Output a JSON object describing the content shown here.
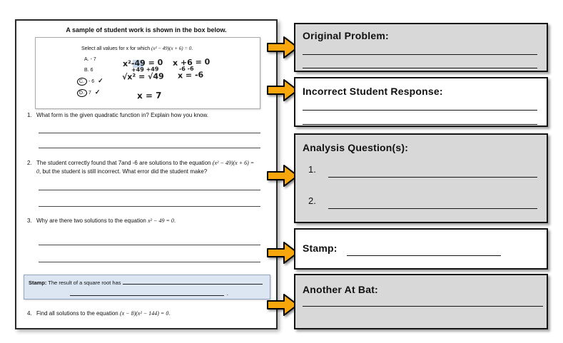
{
  "worksheet": {
    "header": "A sample of student work is shown in the box below.",
    "problem": {
      "prompt_pre": "Select all values for x for which ",
      "prompt_math": "(x² − 49)(x + 6) = 0",
      "prompt_post": ".",
      "choices": [
        {
          "label": "A.",
          "value": "- 7"
        },
        {
          "label": "B.",
          "value": "6"
        },
        {
          "label": "C.",
          "value": "- 6",
          "check": "✓"
        },
        {
          "label": "D.",
          "value": "7",
          "check": "✓"
        }
      ],
      "work": {
        "eq1": "x²-49 = 0",
        "eq1_ops": "+49   +49",
        "eq2": "√x² = √49",
        "eq3": "x = 7",
        "eq4": "x +6 = 0",
        "eq4_ops": "-6  -6",
        "eq5": "x = -6"
      }
    },
    "questions": [
      {
        "num": "1.",
        "pre": "What form is the given quadratic function in? Explain how you know.",
        "math": "",
        "post": ""
      },
      {
        "num": "2.",
        "pre": "The student correctly found that 7and -6 are solutions to the equation ",
        "math": "(x² − 49)(x + 6) = 0",
        "post": ", but the student is still incorrect. What error did the student make?"
      },
      {
        "num": "3.",
        "pre": "Why are there two solutions to the equation ",
        "math": "x² − 49 = 0",
        "post": "."
      },
      {
        "num": "4.",
        "pre": "Find all solutions to the equation ",
        "math": "(x − 8)(x² − 144) = 0",
        "post": "."
      }
    ],
    "stamp": {
      "label": "Stamp:",
      "text": "The result of a square root has",
      "period": "."
    }
  },
  "panels": {
    "original": {
      "title": "Original Problem:"
    },
    "incorrect": {
      "title": "Incorrect Student Response:"
    },
    "analysis": {
      "title": "Analysis Question(s):",
      "item1": "1.",
      "item2": "2."
    },
    "stamp": {
      "title": "Stamp:"
    },
    "another": {
      "title": "Another At Bat:"
    }
  },
  "colors": {
    "panel_gray": "#d8d8d8",
    "arrow_fill": "#F7A60C",
    "stamp_box_bg": "#dce6f2"
  }
}
